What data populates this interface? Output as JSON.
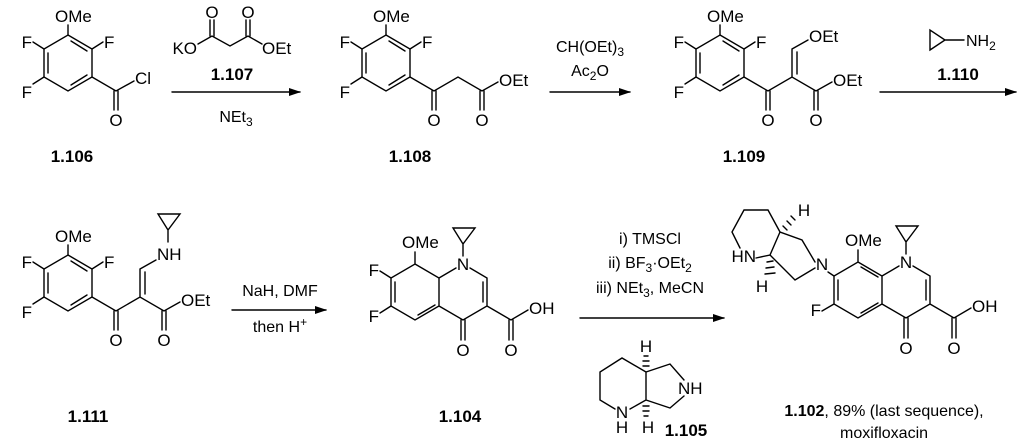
{
  "colors": {
    "ink": "#000000",
    "background": "#ffffff"
  },
  "compounds": {
    "c1106": {
      "label": "1.106",
      "ome": "OMe",
      "f1": "F",
      "f2": "F",
      "f3": "F",
      "cl": "Cl",
      "o": "O"
    },
    "c1108": {
      "label": "1.108",
      "ome": "OMe",
      "f1": "F",
      "f2": "F",
      "f3": "F",
      "o1": "O",
      "o2": "O",
      "oet": "OEt"
    },
    "c1109": {
      "label": "1.109",
      "ome": "OMe",
      "f1": "F",
      "f2": "F",
      "f3": "F",
      "o1": "O",
      "o2": "O",
      "oet1": "OEt",
      "oet2": "OEt"
    },
    "c1111": {
      "label": "1.111",
      "ome": "OMe",
      "f1": "F",
      "f2": "F",
      "f3": "F",
      "o1": "O",
      "o2": "O",
      "oet": "OEt",
      "nh": "NH"
    },
    "c1104": {
      "label": "1.104",
      "ome": "OMe",
      "f1": "F",
      "f2": "F",
      "n": "N",
      "o1": "O",
      "o2": "O",
      "oh": "OH"
    },
    "c1102": {
      "label": "1.102",
      "label_rest": ", 89% (last sequence),",
      "name": "moxifloxacin",
      "ome": "OMe",
      "f": "F",
      "n1": "N",
      "n2": "N",
      "hn": "HN",
      "h1": "H",
      "h2": "H",
      "o1": "O",
      "o2": "O",
      "oh": "OH"
    }
  },
  "steps": {
    "s1": {
      "ko": "KO",
      "oet": "OEt",
      "o1": "O",
      "o2": "O",
      "label": "1.107",
      "below": "NEt",
      "below_sub": "3"
    },
    "s2": {
      "l1": "CH(OEt)",
      "l1_sub": "3",
      "l2a": "Ac",
      "l2_sub": "2",
      "l2b": "O"
    },
    "s3": {
      "amine": "NH",
      "amine_sub": "2",
      "label": "1.110"
    },
    "s4": {
      "l1": "NaH, DMF",
      "l2": "then H",
      "l2_sup": "+"
    },
    "s5": {
      "l1": "i) TMSCl",
      "l2a": "ii) BF",
      "l2_sub": "3",
      "l2b": "·OEt",
      "l2_sub2": "2",
      "l3a": "iii) NEt",
      "l3_sub": "3",
      "l3b": ", MeCN",
      "reagent": {
        "label": "1.105",
        "h1": "H",
        "h2": "H",
        "nh": "NH",
        "n": "N",
        "nh_h": "H"
      }
    }
  }
}
